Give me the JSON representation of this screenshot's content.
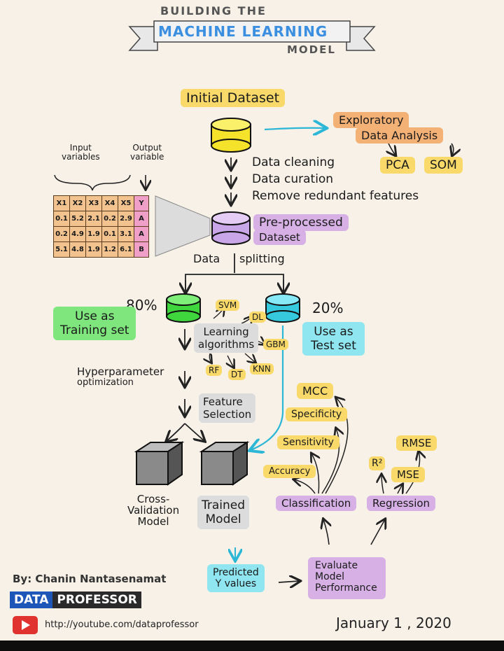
{
  "banner": {
    "line1": "BUILDING THE",
    "line2": "MACHINE LEARNING",
    "line3": "MODEL"
  },
  "initial": "Initial Dataset",
  "eda": {
    "line1": "Exploratory",
    "line2": "Data Analysis",
    "pca": "PCA",
    "som": "SOM"
  },
  "steps": [
    "Data cleaning",
    "Data curation",
    "Remove redundant features"
  ],
  "table": {
    "input_label": [
      "Input",
      "variables"
    ],
    "output_label": [
      "Output",
      "variable"
    ],
    "headers": [
      "X1",
      "X2",
      "X3",
      "X4",
      "X5",
      "Y"
    ],
    "rows": [
      [
        "0.1",
        "5.2",
        "2.1",
        "0.2",
        "2.9",
        "A"
      ],
      [
        "0.2",
        "4.9",
        "1.9",
        "0.1",
        "3.1",
        "A"
      ],
      [
        "5.1",
        "4.8",
        "1.9",
        "1.2",
        "6.1",
        "B"
      ]
    ]
  },
  "preprocessed": {
    "line1": "Pre-processed",
    "line2": "Dataset"
  },
  "splitting": {
    "left": "Data",
    "right": "splitting"
  },
  "train": {
    "pct": "80%",
    "line1": "Use as",
    "line2": "Training set"
  },
  "test": {
    "pct": "20%",
    "line1": "Use as",
    "line2": "Test set"
  },
  "algorithms": {
    "line1": "Learning",
    "line2": "algorithms",
    "items": [
      "SVM",
      "DL",
      "GBM",
      "RF",
      "DT",
      "KNN"
    ]
  },
  "hyper": {
    "line1": "Hyperparameter",
    "line2": "optimization"
  },
  "feature": {
    "line1": "Feature",
    "line2": "Selection"
  },
  "models": {
    "cv": [
      "Cross-",
      "Validation",
      "Model"
    ],
    "trained": [
      "Trained",
      "Model"
    ]
  },
  "metrics": {
    "mcc": "MCC",
    "specificity": "Specificity",
    "sensitivity": "Sensitivity",
    "accuracy": "Accuracy",
    "rmse": "RMSE",
    "r2": "R²",
    "mse": "MSE",
    "classification": "Classification",
    "regression": "Regression"
  },
  "predicted": {
    "line1": "Predicted",
    "line2": "Y values"
  },
  "evaluate": {
    "line1": "Evaluate",
    "line2": "Model",
    "line3": "Performance"
  },
  "footer": {
    "by": "By: Chanin Nantasenamat",
    "brand1": "DATA",
    "brand2": "PROFESSOR",
    "url": "http://youtube.com/dataprofessor",
    "date": "January 1 , 2020"
  },
  "colors": {
    "yellow": "#f8d96a",
    "orange": "#f4b176",
    "purple": "#d7b1e6",
    "green": "#7ee67d",
    "cyan": "#8fe6f0",
    "arrow": "#2cb7d6"
  }
}
